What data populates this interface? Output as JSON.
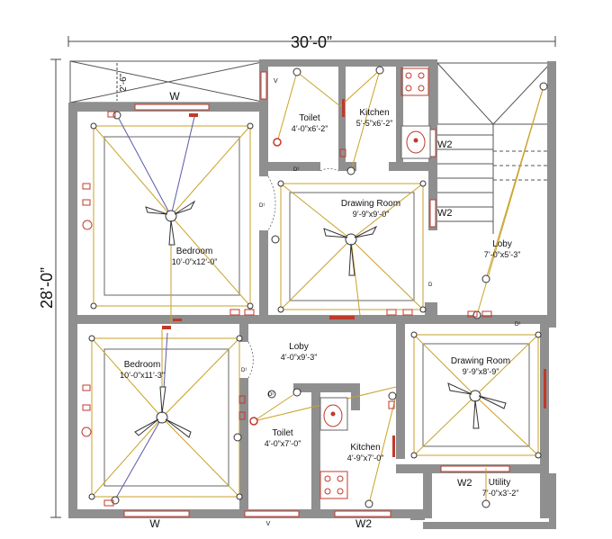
{
  "dimensions": {
    "width": "30’-0”",
    "height": "28’-0”",
    "balcony": "2’-6”"
  },
  "rooms": [
    {
      "id": "bedroom-top",
      "name": "Bedroom",
      "size": "10’-0”x12’-0”"
    },
    {
      "id": "toilet-top",
      "name": "Toilet",
      "size": "4’-0”x6’-2”"
    },
    {
      "id": "kitchen-top",
      "name": "Kitchen",
      "size": "5’-5”x6’-2”"
    },
    {
      "id": "drawing-top",
      "name": "Drawing Room",
      "size": "9’-9”x9’-0”"
    },
    {
      "id": "loby-right",
      "name": "Loby",
      "size": "7’-0”x5’-3”"
    },
    {
      "id": "bedroom-bottom",
      "name": "Bedroom",
      "size": "10’-0”x11’-3”"
    },
    {
      "id": "loby-center",
      "name": "Loby",
      "size": "4’-0”x9’-3”"
    },
    {
      "id": "toilet-bottom",
      "name": "Toilet",
      "size": "4’-0”x7’-0”"
    },
    {
      "id": "kitchen-bottom",
      "name": "Kitchen",
      "size": "4’-9”x7’-0”"
    },
    {
      "id": "drawing-bottom",
      "name": "Drawing Room",
      "size": "9’-9”x8’-9”"
    },
    {
      "id": "utility",
      "name": "Utility",
      "size": "7’-0”x3’-2”"
    }
  ],
  "openings": {
    "w": "W",
    "w2": "W2",
    "v": "V",
    "d": "D",
    "d1": "D¹",
    "d2": "D²"
  },
  "colors": {
    "wall": "#8a8a8a",
    "wiring": "#c9a227",
    "fixture_red": "#c0392b",
    "ceiling_line": "#7a7ab8"
  }
}
